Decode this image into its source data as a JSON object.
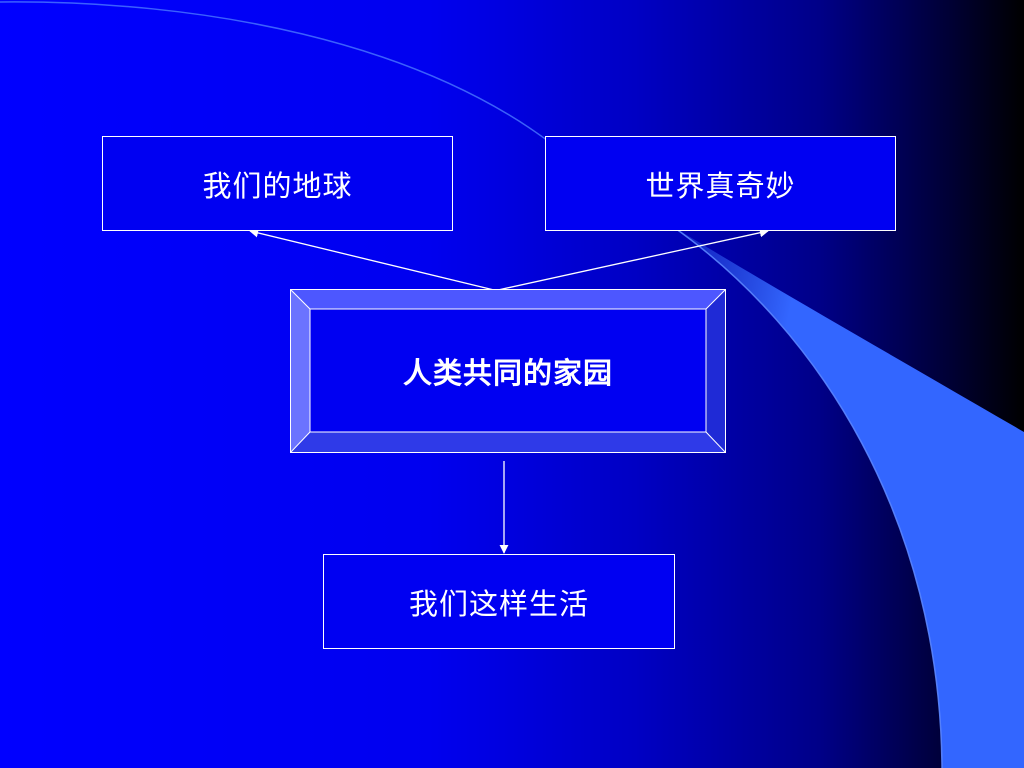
{
  "slide": {
    "background_colors": [
      "#0000ff",
      "#000000"
    ],
    "accent_color": "#3366ff"
  },
  "diagram": {
    "top_left_box": "我们的地球",
    "top_right_box": "世界真奇妙",
    "center_box": "人类共同的家园",
    "bottom_box": "我们这样生活"
  }
}
